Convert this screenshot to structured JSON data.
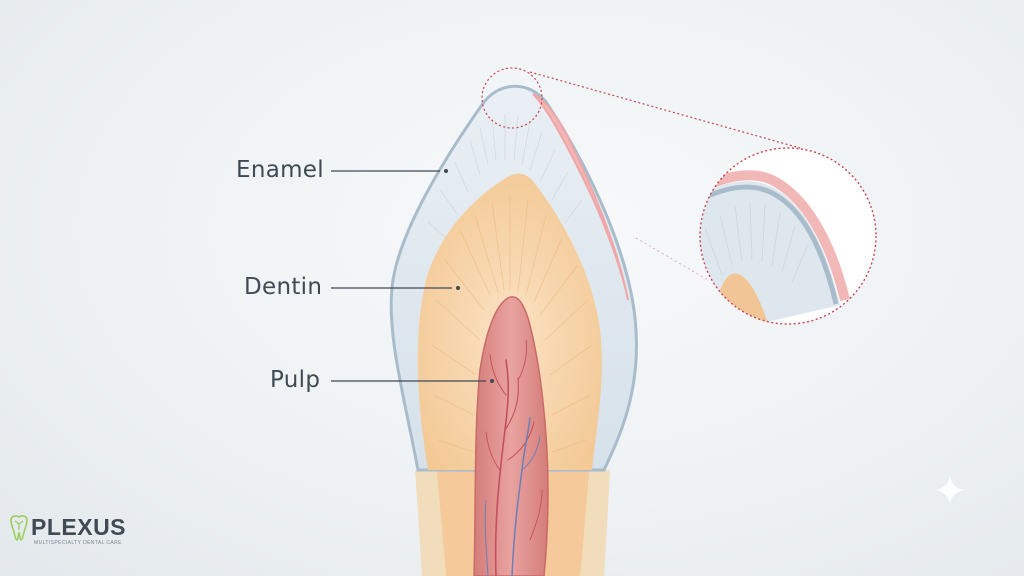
{
  "labels": {
    "enamel": "Enamel",
    "dentin": "Dentin",
    "pulp": "Pulp"
  },
  "brand": {
    "name": "PLEXUS",
    "tagline": "MULTISPECIALTY DENTAL CARE"
  },
  "colors": {
    "enamel": "#dde6ee",
    "enamel_outline": "#a9bccb",
    "dentin": "#f4cfa3",
    "pulp": "#dc8a86",
    "vessel_red": "#c4505a",
    "vessel_blue": "#6e7fb5",
    "highlight_red": "#f2b8b8",
    "callout_outline": "#c9444c",
    "brand_green": "#9bd05a"
  },
  "icons": [
    "tooth-logo-icon",
    "sparkle-icon"
  ]
}
